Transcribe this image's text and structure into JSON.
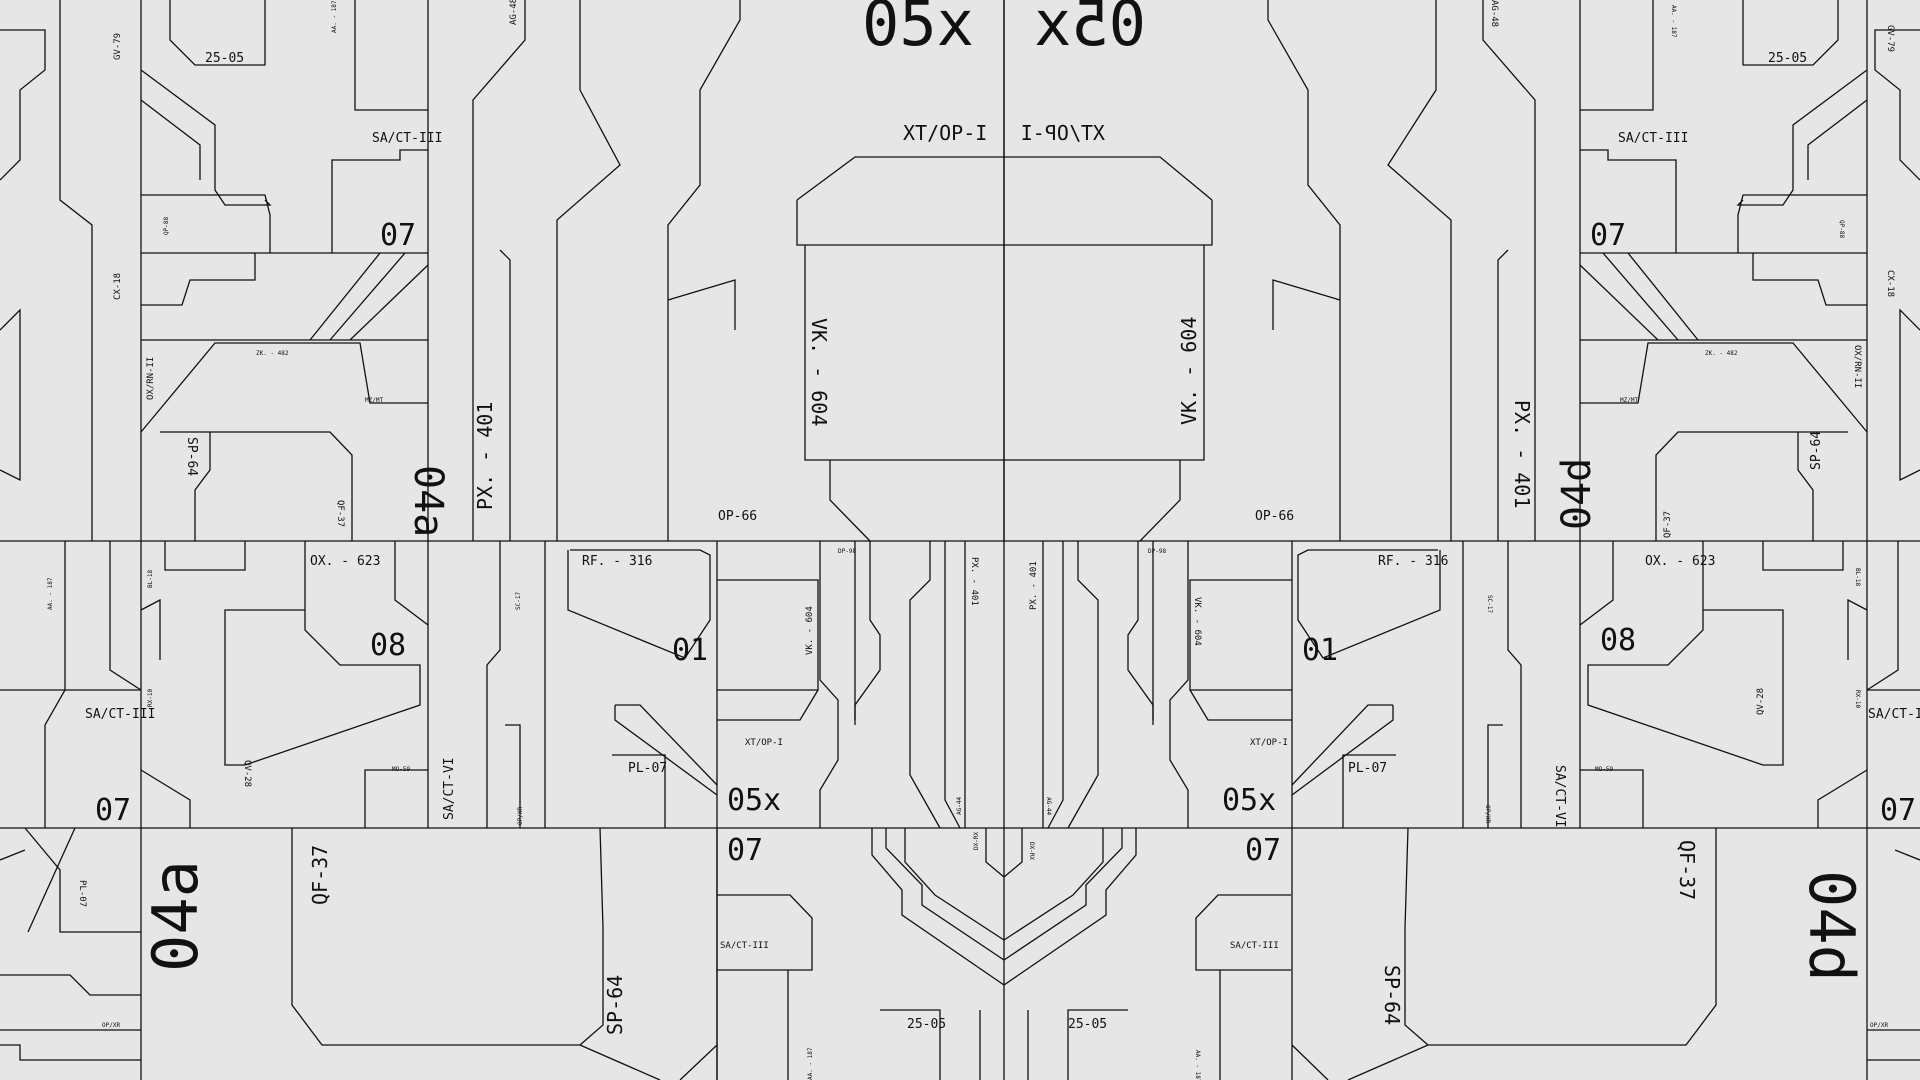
{
  "theme": {
    "background": "#e6e6e6",
    "line_color": "#111111"
  },
  "labels": {
    "title_05x": "05x",
    "lbl_07": "07",
    "lbl_08": "08",
    "lbl_01": "01",
    "lbl_04a": "04a",
    "lbl_04d": "04d",
    "px401": "PX. - 401",
    "vk604": "VK. - 604",
    "xtop": "XT/OP-I",
    "op66": "OP-66",
    "sp64": "SP-64",
    "qf37": "QF-37",
    "sact3": "SA/CT-III",
    "sact6": "SA/CT-VI",
    "ox623": "OX. - 623",
    "rf316": "RF. - 316",
    "pl07": "PL-07",
    "dn28": "25-05",
    "gv79": "GV-79",
    "cx18": "CX-18",
    "oxrn": "OX/RN-II",
    "zk482": "ZK. - 482",
    "mzmt": "MZ/MT",
    "aa187": "AA. - 187",
    "ag48": "AG-48",
    "ag44": "AG-44",
    "dxrx": "DX-RX",
    "opxr": "OP/XR",
    "mo59": "MO-59",
    "dp98": "DP-98",
    "sc17": "SC-17",
    "bl18": "BL-18",
    "qv28": "QV-28",
    "rx10": "RX-10",
    "zzp": "QP-88"
  }
}
